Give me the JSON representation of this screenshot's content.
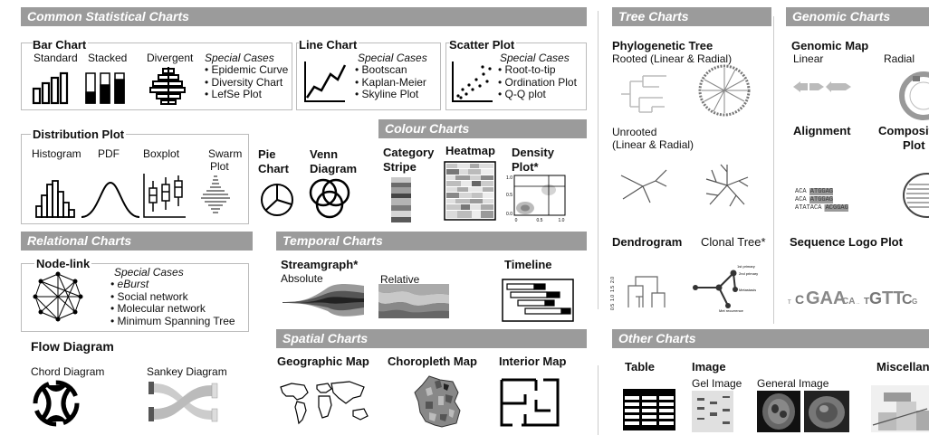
{
  "headers": {
    "common": "Common Statistical Charts",
    "tree": "Tree Charts",
    "genomic": "Genomic Charts",
    "colour": "Colour Charts",
    "relational": "Relational Charts",
    "temporal": "Temporal Charts",
    "spatial": "Spatial Charts",
    "other": "Other Charts"
  },
  "bar": {
    "title": "Bar Chart",
    "standard": "Standard",
    "stacked": "Stacked",
    "divergent": "Divergent",
    "special": "Special Cases",
    "cases": [
      "Epidemic Curve",
      "Diversity Chart",
      "LefSe Plot"
    ]
  },
  "line": {
    "title": "Line Chart",
    "special": "Special Cases",
    "cases": [
      "Bootscan",
      "Kaplan-Meier",
      "Skyline Plot"
    ]
  },
  "scatter": {
    "title": "Scatter Plot",
    "special": "Special Cases",
    "cases": [
      "Root-to-tip",
      "Ordination Plot",
      "Q-Q plot"
    ]
  },
  "dist": {
    "title": "Distribution Plot",
    "histogram": "Histogram",
    "pdf": "PDF",
    "boxplot": "Boxplot",
    "swarm1": "Swarm",
    "swarm2": "Plot"
  },
  "pie": {
    "l1": "Pie",
    "l2": "Chart"
  },
  "venn": {
    "l1": "Venn",
    "l2": "Diagram"
  },
  "colour": {
    "cat1": "Category",
    "cat2": "Stripe",
    "heatmap": "Heatmap",
    "dens1": "Density",
    "dens2": "Plot*"
  },
  "tree": {
    "phylo": "Phylogenetic Tree",
    "rooted": "Rooted (Linear & Radial)",
    "unrooted1": "Unrooted",
    "unrooted2": "(Linear & Radial)",
    "dendrogram": "Dendrogram",
    "clonal": "Clonal Tree*"
  },
  "genomic": {
    "map": "Genomic Map",
    "linear": "Linear",
    "radial": "Radial",
    "alignment": "Alignment",
    "composite1": "Composite",
    "composite2": "Plot",
    "logo": "Sequence Logo Plot",
    "aln_rows": [
      "ACA  ATGGAG",
      "ACA  ATGGAG",
      "ATATACA ACGGAG"
    ]
  },
  "relational": {
    "nodelink": "Node-link",
    "special": "Special Cases",
    "cases": [
      "eBurst",
      "Social network",
      "Molecular network",
      "Minimum Spanning Tree"
    ],
    "flow": "Flow Diagram",
    "chord": "Chord Diagram",
    "sankey": "Sankey Diagram"
  },
  "temporal": {
    "stream": "Streamgraph*",
    "absolute": "Absolute",
    "relative": "Relative",
    "timeline": "Timeline"
  },
  "spatial": {
    "geo": "Geographic Map",
    "choro": "Choropleth Map",
    "interior": "Interior Map"
  },
  "other": {
    "table": "Table",
    "image": "Image",
    "gel": "Gel Image",
    "general": "General Image",
    "misc": "Miscellany"
  },
  "density_ticks": {
    "y": [
      "1.0",
      "0.5",
      "0.0"
    ],
    "x": [
      "0",
      "0.5",
      "1.0"
    ]
  },
  "dendro_ticks": [
    "0.5",
    "1.0",
    "1.5",
    "2.0"
  ],
  "clonal_labels": [
    "1st primary",
    "2nd primary",
    "Metastasis",
    "Met recurrence"
  ]
}
